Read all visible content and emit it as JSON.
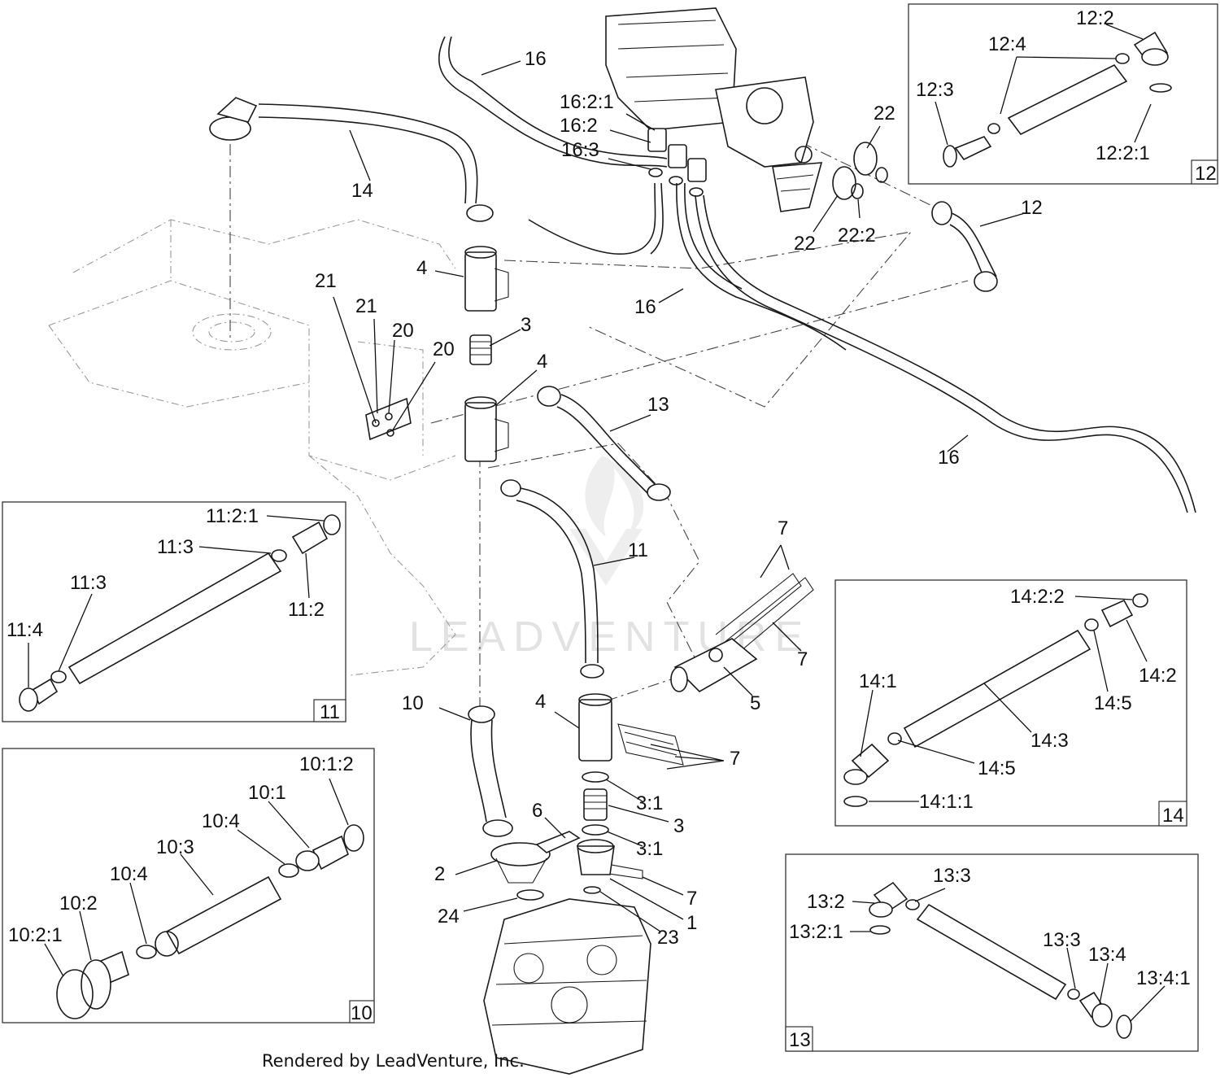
{
  "footer": {
    "credit": "Rendered by LeadVenture, Inc."
  },
  "watermark": {
    "text": "LEADVENTURE"
  },
  "callouts": {
    "c16a": "16",
    "c14": "14",
    "c16_2_1": "16:2:1",
    "c16_2": "16:2",
    "c16_3": "16:3",
    "c22a": "22",
    "c22b": "22",
    "c22_2": "22:2",
    "c12": "12",
    "c4a": "4",
    "c21a": "21",
    "c21b": "21",
    "c20a": "20",
    "c20b": "20",
    "c3a": "3",
    "c4b": "4",
    "c16b": "16",
    "c13": "13",
    "c16c": "16",
    "c11": "11",
    "c7a": "7",
    "c7b": "7",
    "c5": "5",
    "c10": "10",
    "c4c": "4",
    "c7c": "7",
    "c3_1a": "3:1",
    "c6": "6",
    "c3b": "3",
    "c3_1b": "3:1",
    "c2": "2",
    "c7d": "7",
    "c24": "24",
    "c1": "1",
    "c23": "23"
  },
  "insets": {
    "i12": {
      "tag": "12",
      "labels": [
        "12:2",
        "12:4",
        "12:3",
        "12:2:1"
      ]
    },
    "i11": {
      "tag": "11",
      "labels": [
        "11:2:1",
        "11:3",
        "11:3",
        "11:2",
        "11:4"
      ]
    },
    "i14": {
      "tag": "14",
      "labels": [
        "14:2:2",
        "14:1",
        "14:2",
        "14:5",
        "14:3",
        "14:5",
        "14:1:1"
      ]
    },
    "i10": {
      "tag": "10",
      "labels": [
        "10:1:2",
        "10:1",
        "10:4",
        "10:3",
        "10:4",
        "10:2",
        "10:2:1"
      ]
    },
    "i13": {
      "tag": "13",
      "labels": [
        "13:3",
        "13:2",
        "13:2:1",
        "13:3",
        "13:4",
        "13:4:1"
      ]
    }
  }
}
